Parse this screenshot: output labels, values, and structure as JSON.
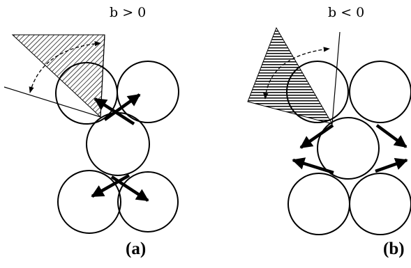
{
  "panels": [
    {
      "condition": "b > 0",
      "tag": "(a)"
    },
    {
      "condition": "b < 0",
      "tag": "(b)"
    }
  ]
}
